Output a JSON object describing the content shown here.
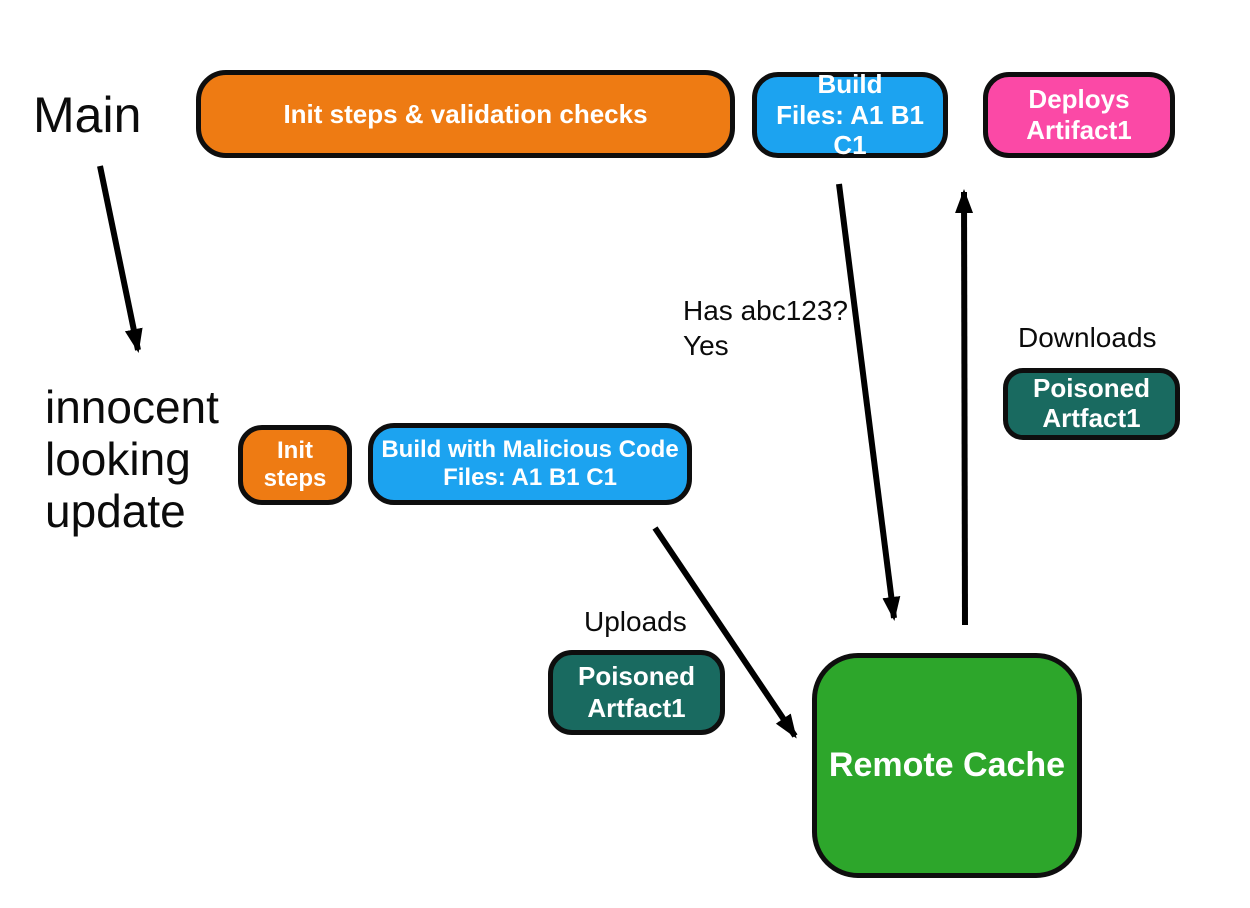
{
  "colors": {
    "orange": "#EE7B13",
    "blue": "#1CA3F0",
    "pink": "#FB49A6",
    "teal": "#196A60",
    "green": "#2DA62B",
    "arrow": "#000000",
    "border": "#0E0E0E",
    "box_text": "#FFFFFF",
    "annotation_text": "#0B0B0B"
  },
  "labels": {
    "main": "Main",
    "innocent_line1": "innocent",
    "innocent_line2": "looking",
    "innocent_line3": "update",
    "has_hash_line1": "Has abc123?",
    "has_hash_line2": "Yes",
    "downloads": "Downloads",
    "uploads": "Uploads"
  },
  "nodes": {
    "init_validation": {
      "label": "Init steps & validation checks"
    },
    "build": {
      "line1": "Build",
      "line2": "Files: A1 B1 C1"
    },
    "deploys": {
      "line1": "Deploys",
      "line2": "Artifact1"
    },
    "init_steps": {
      "label": "Init steps"
    },
    "build_malicious": {
      "line1": "Build with Malicious Code",
      "line2": "Files: A1 B1 C1"
    },
    "poisoned_download": {
      "line1": "Poisoned",
      "line2": "Artfact1"
    },
    "poisoned_upload": {
      "line1": "Poisoned",
      "line2": "Artfact1"
    },
    "remote_cache": {
      "label": "Remote Cache"
    }
  }
}
